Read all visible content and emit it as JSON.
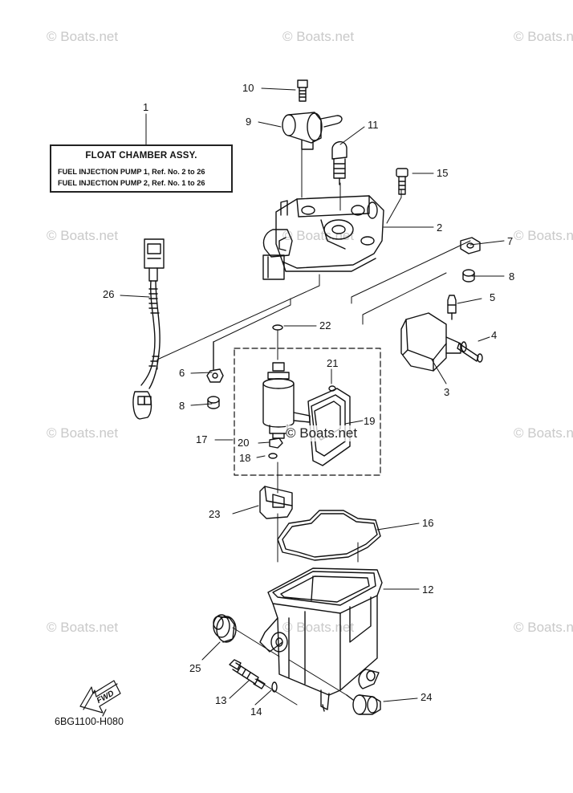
{
  "title_box": {
    "heading": "FLOAT CHAMBER ASSY.",
    "lines": [
      "FUEL INJECTION PUMP 1,   Ref. No. 2 to 26",
      "FUEL INJECTION PUMP 2,   Ref. No. 1 to 26"
    ]
  },
  "callouts": [
    "1",
    "2",
    "3",
    "4",
    "5",
    "6",
    "7",
    "8",
    "9",
    "10",
    "11",
    "12",
    "13",
    "14",
    "15",
    "16",
    "17",
    "18",
    "19",
    "20",
    "21",
    "22",
    "23",
    "24",
    "25",
    "26"
  ],
  "callout_8_second": "8",
  "watermark": "© Boats.net",
  "watermark_center": "© Boats.net",
  "fwd_label": "FWD",
  "diagram_code": "6BG1100-H080"
}
